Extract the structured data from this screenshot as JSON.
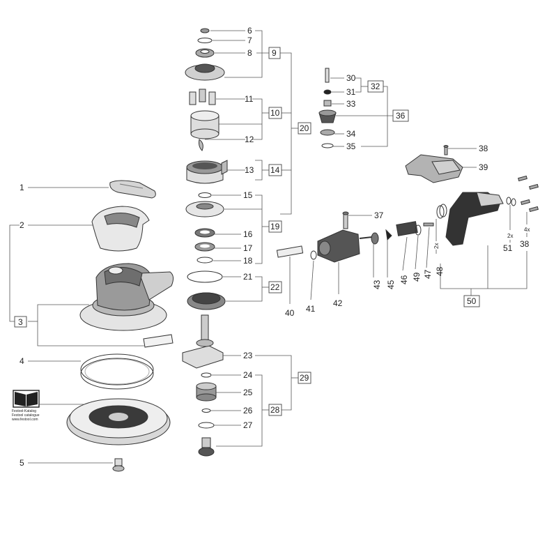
{
  "diagram": {
    "labels": {
      "l1": "1",
      "l2": "2",
      "l3": "3",
      "l4": "4",
      "l5": "5",
      "l6": "6",
      "l7": "7",
      "l8": "8",
      "l9": "9",
      "l10": "10",
      "l11": "11",
      "l12": "12",
      "l13": "13",
      "l14": "14",
      "l15": "15",
      "l16": "16",
      "l17": "17",
      "l18": "18",
      "l19": "19",
      "l20": "20",
      "l21": "21",
      "l22": "22",
      "l23": "23",
      "l24": "24",
      "l25": "25",
      "l26": "26",
      "l27": "27",
      "l28": "28",
      "l29": "29",
      "l30": "30",
      "l31": "31",
      "l32": "32",
      "l33": "33",
      "l34": "34",
      "l35": "35",
      "l36": "36",
      "l37": "37",
      "l38a": "38",
      "l38b": "38",
      "l39": "39",
      "l40": "40",
      "l41": "41",
      "l42": "42",
      "l43": "43",
      "l45": "45",
      "l46": "46",
      "l47": "47",
      "l48": "48",
      "l49": "49",
      "l50": "50",
      "l51": "51"
    },
    "qty": {
      "q48": "2x",
      "q51": "2x",
      "q38": "4x"
    },
    "catalog": {
      "line1": "Festool-Katalog",
      "line2": "Festool catalogue",
      "line3": "www.festool.com"
    }
  },
  "colors": {
    "line": "#555555",
    "part_light": "#e6e6e6",
    "part_mid": "#bdbdbd",
    "part_dark": "#555555"
  }
}
